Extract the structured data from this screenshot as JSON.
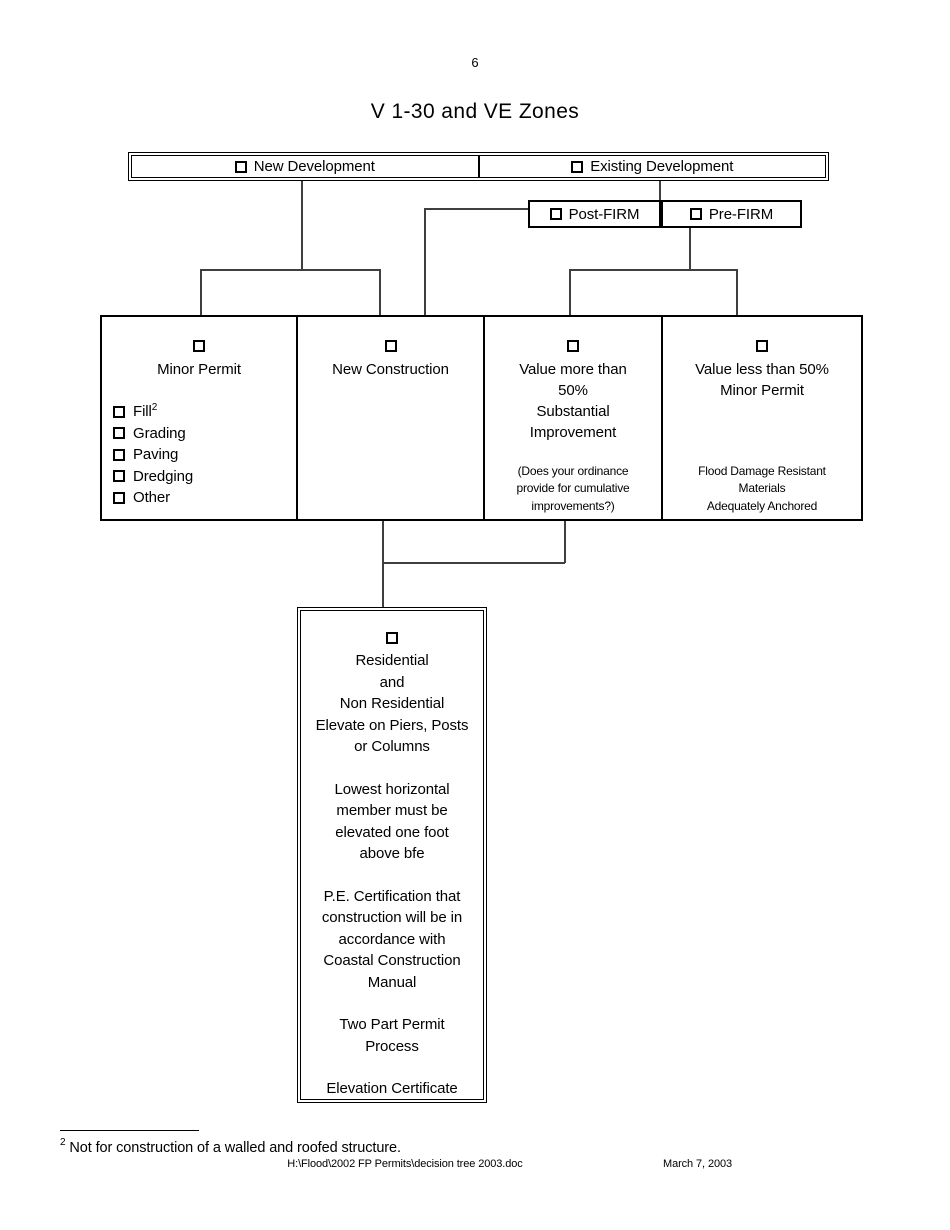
{
  "page": {
    "number": "6",
    "title": "V 1-30 and VE Zones"
  },
  "top_row": {
    "new_development": "New Development",
    "existing_development": "Existing Development"
  },
  "firm_row": {
    "post_firm": "Post-FIRM",
    "pre_firm": "Pre-FIRM"
  },
  "main_row": {
    "minor_permit": {
      "title": "Minor Permit",
      "options": [
        "Fill",
        "Grading",
        "Paving",
        "Dredging",
        "Other"
      ],
      "fill_sup": "2"
    },
    "new_construction": {
      "title": "New Construction"
    },
    "value_more": {
      "lines": [
        "Value more than",
        "50%",
        "Substantial",
        "Improvement"
      ],
      "note_lines": [
        "(Does your ordinance",
        "provide for cumulative",
        "improvements?)"
      ]
    },
    "value_less": {
      "lines": [
        "Value less than 50%",
        "Minor Permit"
      ],
      "note_lines": [
        "Flood Damage Resistant",
        "Materials",
        "Adequately Anchored"
      ]
    }
  },
  "detail_box": {
    "group1": [
      "Residential",
      "and",
      "Non Residential",
      "Elevate on Piers, Posts",
      "or Columns"
    ],
    "group2": [
      "Lowest horizontal",
      "member must be",
      "elevated one foot",
      "above bfe"
    ],
    "group3": [
      "P.E. Certification that",
      "construction will be in",
      "accordance with",
      "Coastal Construction",
      "Manual"
    ],
    "group4": [
      "Two Part Permit",
      "Process"
    ],
    "group5": [
      "Elevation Certificate"
    ]
  },
  "footnote": {
    "sup": "2",
    "text": "Not for construction of a walled and roofed structure."
  },
  "footer": {
    "path": "H:\\Flood\\2002 FP Permits\\decision tree 2003.doc",
    "date": "March 7, 2003"
  },
  "icons": {
    "checkbox": "☐"
  },
  "colors": {
    "border": "#000000",
    "connector": "#3f3f3f"
  }
}
